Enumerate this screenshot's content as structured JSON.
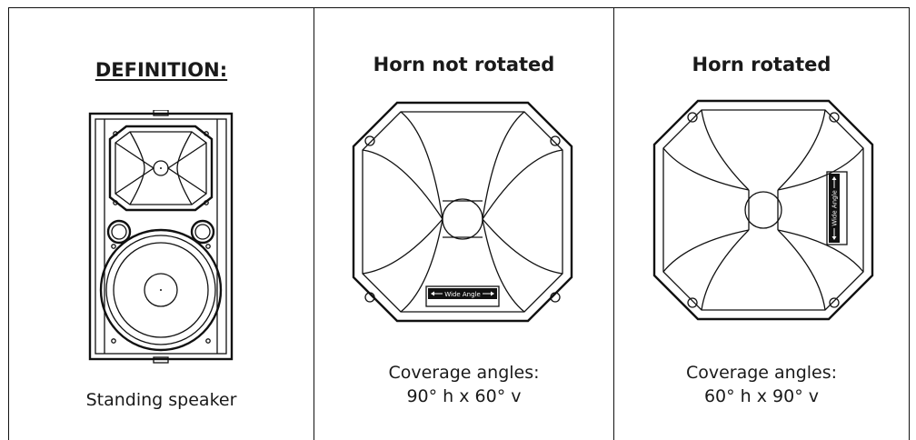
{
  "columns": [
    {
      "heading": "DEFINITION:",
      "caption_lines": [
        "Standing speaker"
      ]
    },
    {
      "heading": "Horn not rotated",
      "label": "Wide Angle",
      "caption_lines": [
        "Coverage angles:",
        "90° h x 60° v"
      ]
    },
    {
      "heading": "Horn rotated",
      "label": "Wide Angle",
      "caption_lines": [
        "Coverage angles:",
        "60° h x 90° v"
      ]
    }
  ]
}
